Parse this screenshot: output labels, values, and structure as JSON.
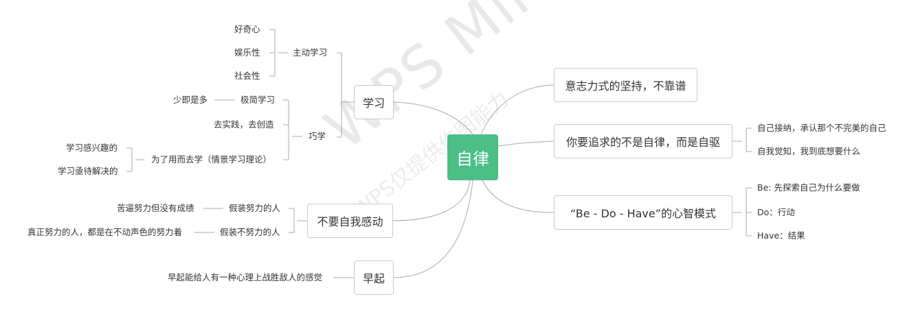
{
  "watermark": {
    "main": "WPS Mind",
    "sub": "WPS仅提供作图能力"
  },
  "root": "自律",
  "left": {
    "study": {
      "label": "学习",
      "active": {
        "label": "主动学习",
        "items": [
          "好奇心",
          "娱乐性",
          "社会性"
        ]
      },
      "smart": {
        "label": "巧学",
        "minimal": {
          "label": "极简学习",
          "note": "少即是多"
        },
        "practice": "去实践，去创造",
        "useful": {
          "label": "为了用而去学（情景学习理论）",
          "items": [
            "学习感兴趣的",
            "学习亟待解决的"
          ]
        }
      }
    },
    "no_self_move": {
      "label": "不要自我感动",
      "fake_effort": {
        "label": "假装努力的人",
        "note": "苦逼努力但没有成绩"
      },
      "fake_lazy": {
        "label": "假装不努力的人",
        "note": "真正努力的人，都是在不动声色的努力着"
      }
    },
    "early": {
      "label": "早起",
      "note": "早起能给人有一种心理上战胜敌人的感觉"
    }
  },
  "right": {
    "will": {
      "label": "意志力式的坚持，不靠谱"
    },
    "pursue": {
      "label": "你要追求的不是自律，而是自驱",
      "items": [
        "自己接纳，承认那个不完美的自己",
        "自我觉知，我到底想要什么"
      ]
    },
    "bdh": {
      "label": "“Be - Do - Have”的心智模式",
      "items": [
        "Be: 先探索自己为什么要做",
        "Do：行动",
        "Have：结果"
      ]
    }
  }
}
